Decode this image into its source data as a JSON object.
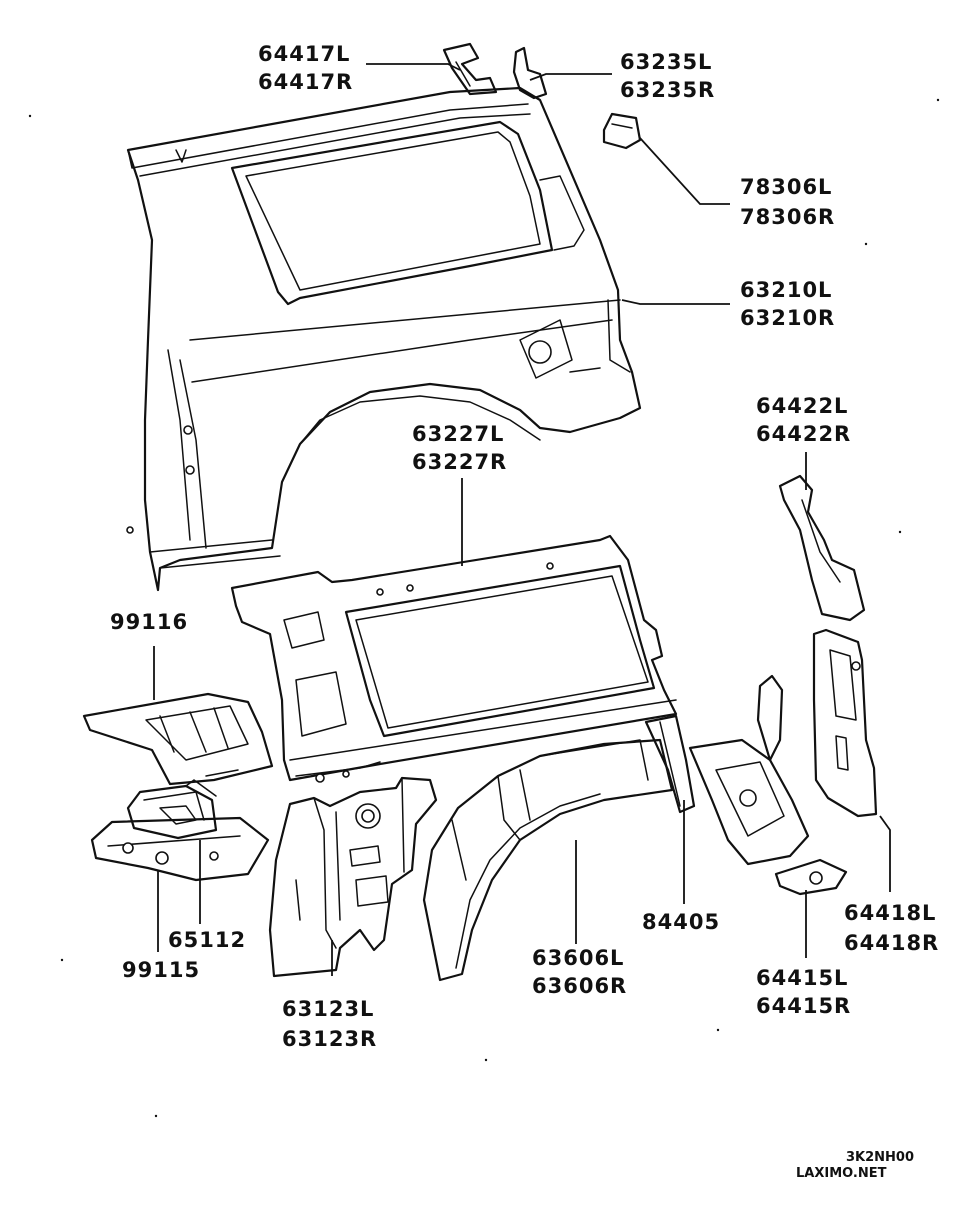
{
  "callouts": {
    "p64417": [
      "64417L",
      "64417R"
    ],
    "p63235": [
      "63235L",
      "63235R"
    ],
    "p78306": [
      "78306L",
      "78306R"
    ],
    "p63210": [
      "63210L",
      "63210R"
    ],
    "p63227": [
      "63227L",
      "63227R"
    ],
    "p64422": [
      "64422L",
      "64422R"
    ],
    "p99116": [
      "99116"
    ],
    "p65112": [
      "65112"
    ],
    "p99115": [
      "99115"
    ],
    "p63123": [
      "63123L",
      "63123R"
    ],
    "p63606": [
      "63606L",
      "63606R"
    ],
    "p84405": [
      "84405"
    ],
    "p64415": [
      "64415L",
      "64415R"
    ],
    "p64418": [
      "64418L",
      "64418R"
    ]
  },
  "footer": {
    "diagram_code": "3K2NH00",
    "watermark": "LAXIMO.NET"
  }
}
